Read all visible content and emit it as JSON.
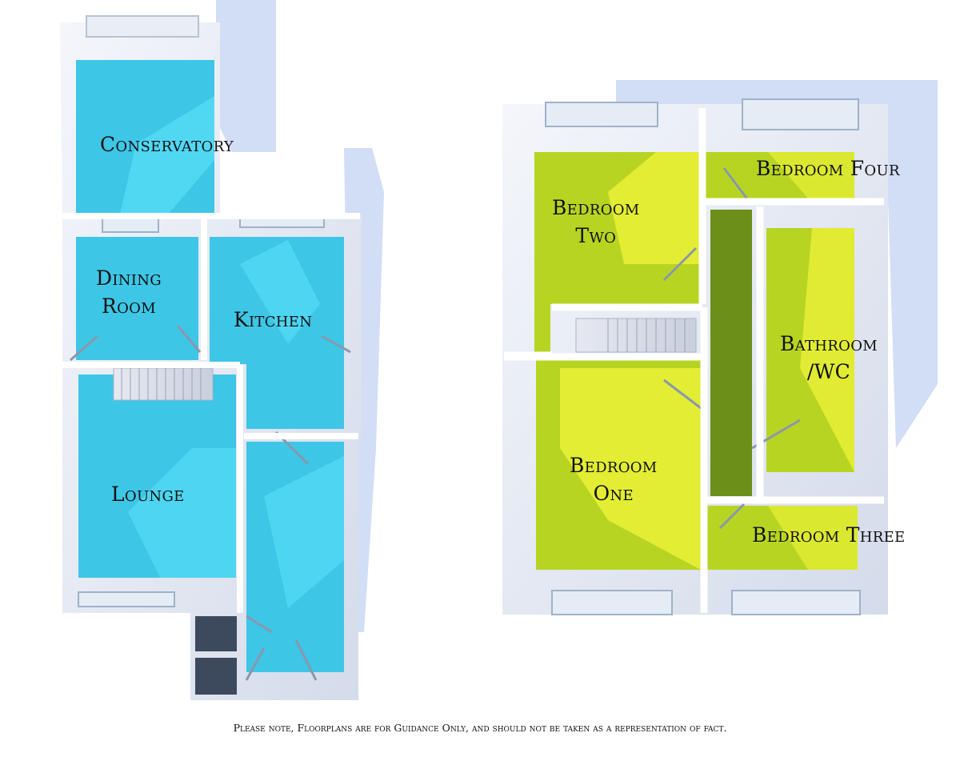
{
  "ground_floor": {
    "rooms": {
      "conservatory": "Conservatory",
      "dining_line1": "Dining",
      "dining_line2": "Room",
      "kitchen": "Kitchen",
      "lounge": "Lounge"
    }
  },
  "first_floor": {
    "rooms": {
      "bedroom_two_line1": "Bedroom",
      "bedroom_two_line2": "Two",
      "bedroom_four": "Bedroom Four",
      "bathroom_line1": "Bathroom",
      "bathroom_line2": "/WC",
      "bedroom_one_line1": "Bedroom",
      "bedroom_one_line2": "One",
      "bedroom_three": "Bedroom Three"
    }
  },
  "disclaimer": "Please note, Floorplans are for Guidance Only, and should not be taken as a representation of fact.",
  "colors": {
    "ground_floor": "#3ec6e6",
    "first_floor": "#b8d422",
    "highlight_ground": "#58e0f8",
    "highlight_first": "#f2f53a",
    "shadow": "#d2ddf6",
    "wall": "#ffffff",
    "wall_shade": "#dde3f0"
  }
}
